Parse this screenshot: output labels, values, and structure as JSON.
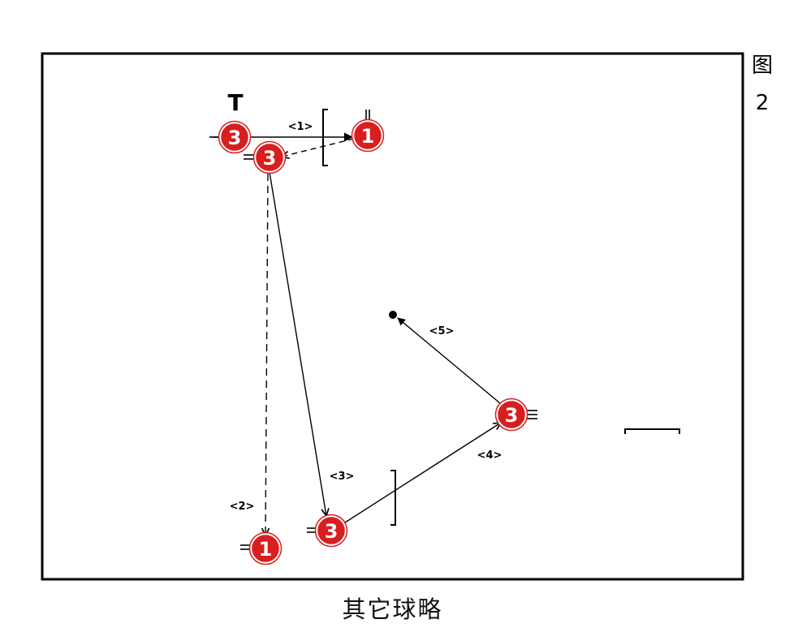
{
  "figure": {
    "label_char": "图",
    "label_num": "2"
  },
  "caption": "其它球略",
  "t_marker": "T",
  "colors": {
    "player_fill": "#d81e1e",
    "player_ring": "#ffffff",
    "line": "#000000"
  },
  "players": [
    {
      "id": "p3-start",
      "number": "3"
    },
    {
      "id": "p1-top",
      "number": "1"
    },
    {
      "id": "p3-second",
      "number": "3"
    },
    {
      "id": "p3-bottom",
      "number": "3"
    },
    {
      "id": "p1-bottom",
      "number": "1"
    },
    {
      "id": "p3-right",
      "number": "3"
    }
  ],
  "steps": [
    "<1>",
    "<2>",
    "<3>",
    "<4>",
    "<5>"
  ]
}
